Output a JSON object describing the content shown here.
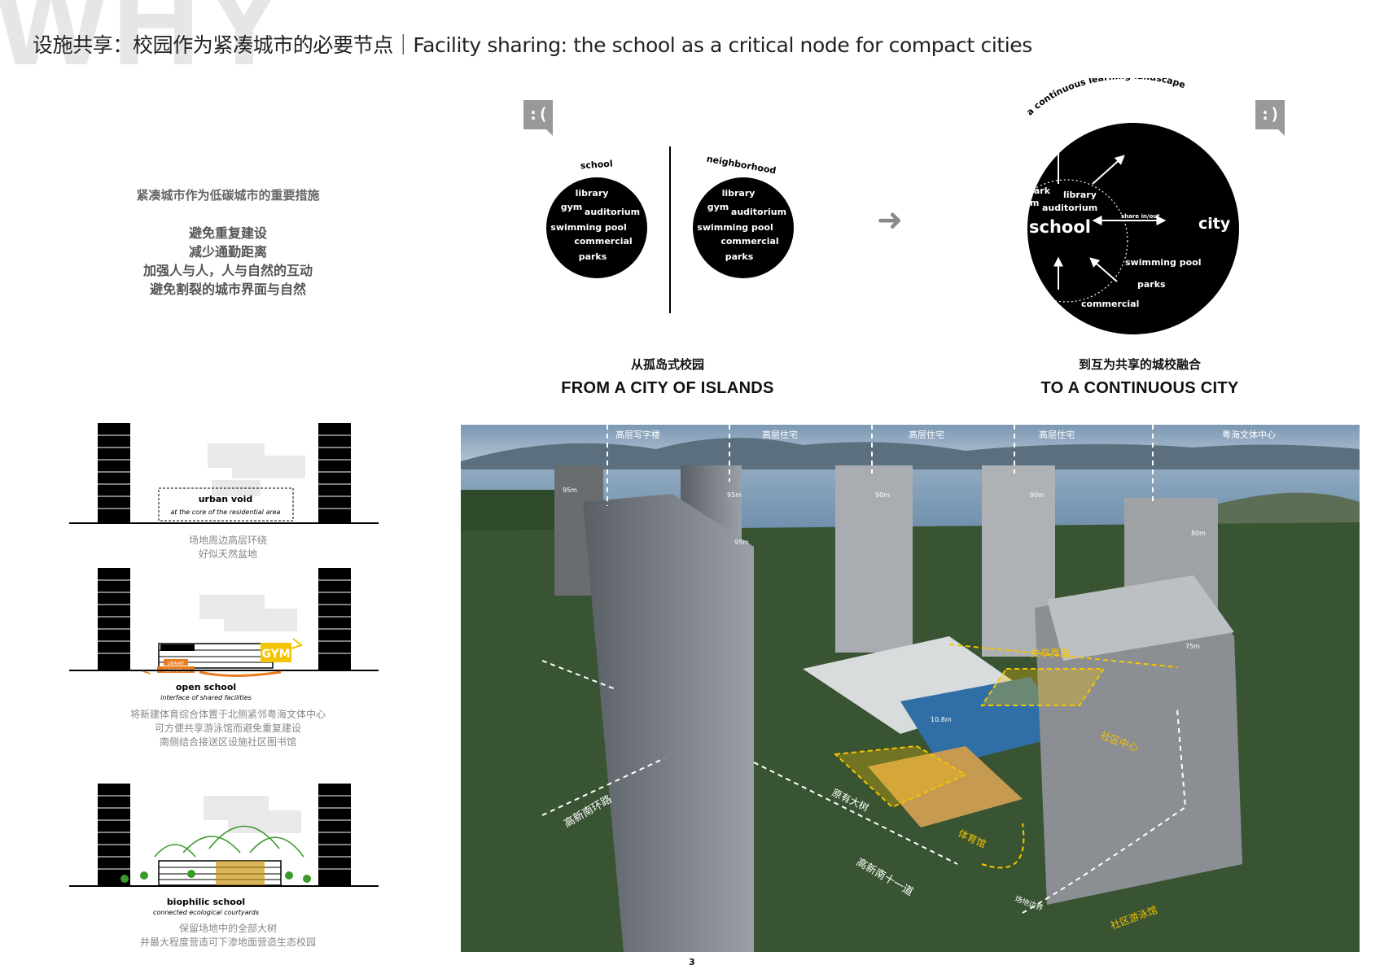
{
  "header": {
    "bg_word": "WHY",
    "title": "设施共享：校园作为紧凑城市的必要节点｜Facility sharing: the school as a critical node for compact cities"
  },
  "intro": {
    "heading": "紧凑城市作为低碳城市的重要措施",
    "points": [
      "避免重复建设",
      "减少通勤距离",
      "加强人与人，人与自然的互动",
      "避免割裂的城市界面与自然"
    ]
  },
  "concept": {
    "sad_face": ":(",
    "happy_face": ":)",
    "islands": {
      "school_label": "school",
      "neighborhood_label": "neighborhood",
      "items": [
        "library",
        "gym",
        "auditorium",
        "swimming pool",
        "commercial",
        "parks"
      ],
      "caption_cn": "从孤岛式校园",
      "caption_en": "FROM A CITY OF ISLANDS"
    },
    "arrow": "➜",
    "continuous": {
      "arc_label": "a continuous learning landscape",
      "park": "park",
      "library": "library",
      "gym": "gym",
      "auditorium": "auditorium",
      "school": "school",
      "share": "share in/out",
      "city": "city",
      "swimming_pool": "swimming pool",
      "parks": "parks",
      "commercial": "commercial",
      "caption_cn": "到互为共享的城校融合",
      "caption_en": "TO A CONTINUOUS CITY"
    }
  },
  "sections": [
    {
      "title": "urban void",
      "subtitle": "at the core of the residential area",
      "notes": [
        "场地周边高层环绕",
        "好似天然盆地"
      ]
    },
    {
      "title": "open school",
      "subtitle": "interface of shared facilities",
      "gym_label": "GYM",
      "tag1": "LIBRARY",
      "tag2": "AUDITORIUM",
      "notes": [
        "将新建体育综合体置于北侧紧邻粤海文体中心",
        "可方便共享游泳馆而避免重复建设",
        "南侧结合接送区设施社区图书馆"
      ]
    },
    {
      "title": "biophilic school",
      "subtitle": "connected ecological courtyards",
      "notes": [
        "保留场地中的全部大树",
        "并最大程度营造可下渗地面营造生态校园"
      ]
    }
  ],
  "photo": {
    "labels_top": [
      "高层写字楼",
      "高层住宅",
      "高层住宅",
      "高层住宅",
      "粤海文体中心"
    ],
    "heights": [
      "95m",
      "95m",
      "95m",
      "90m",
      "90m",
      "80m",
      "75m",
      "10.8m"
    ],
    "roads": [
      "高新南环路",
      "高新南十一道"
    ],
    "zones": [
      "共享界面",
      "社区中心",
      "原有大树",
      "体育馆",
      "场地边界",
      "社区游泳馆"
    ]
  },
  "footer": {
    "page_number": "3"
  },
  "colors": {
    "gym_yellow": "#f5c400",
    "orange": "#e87b1e",
    "green": "#3a9a2a",
    "circle": "#000000"
  }
}
